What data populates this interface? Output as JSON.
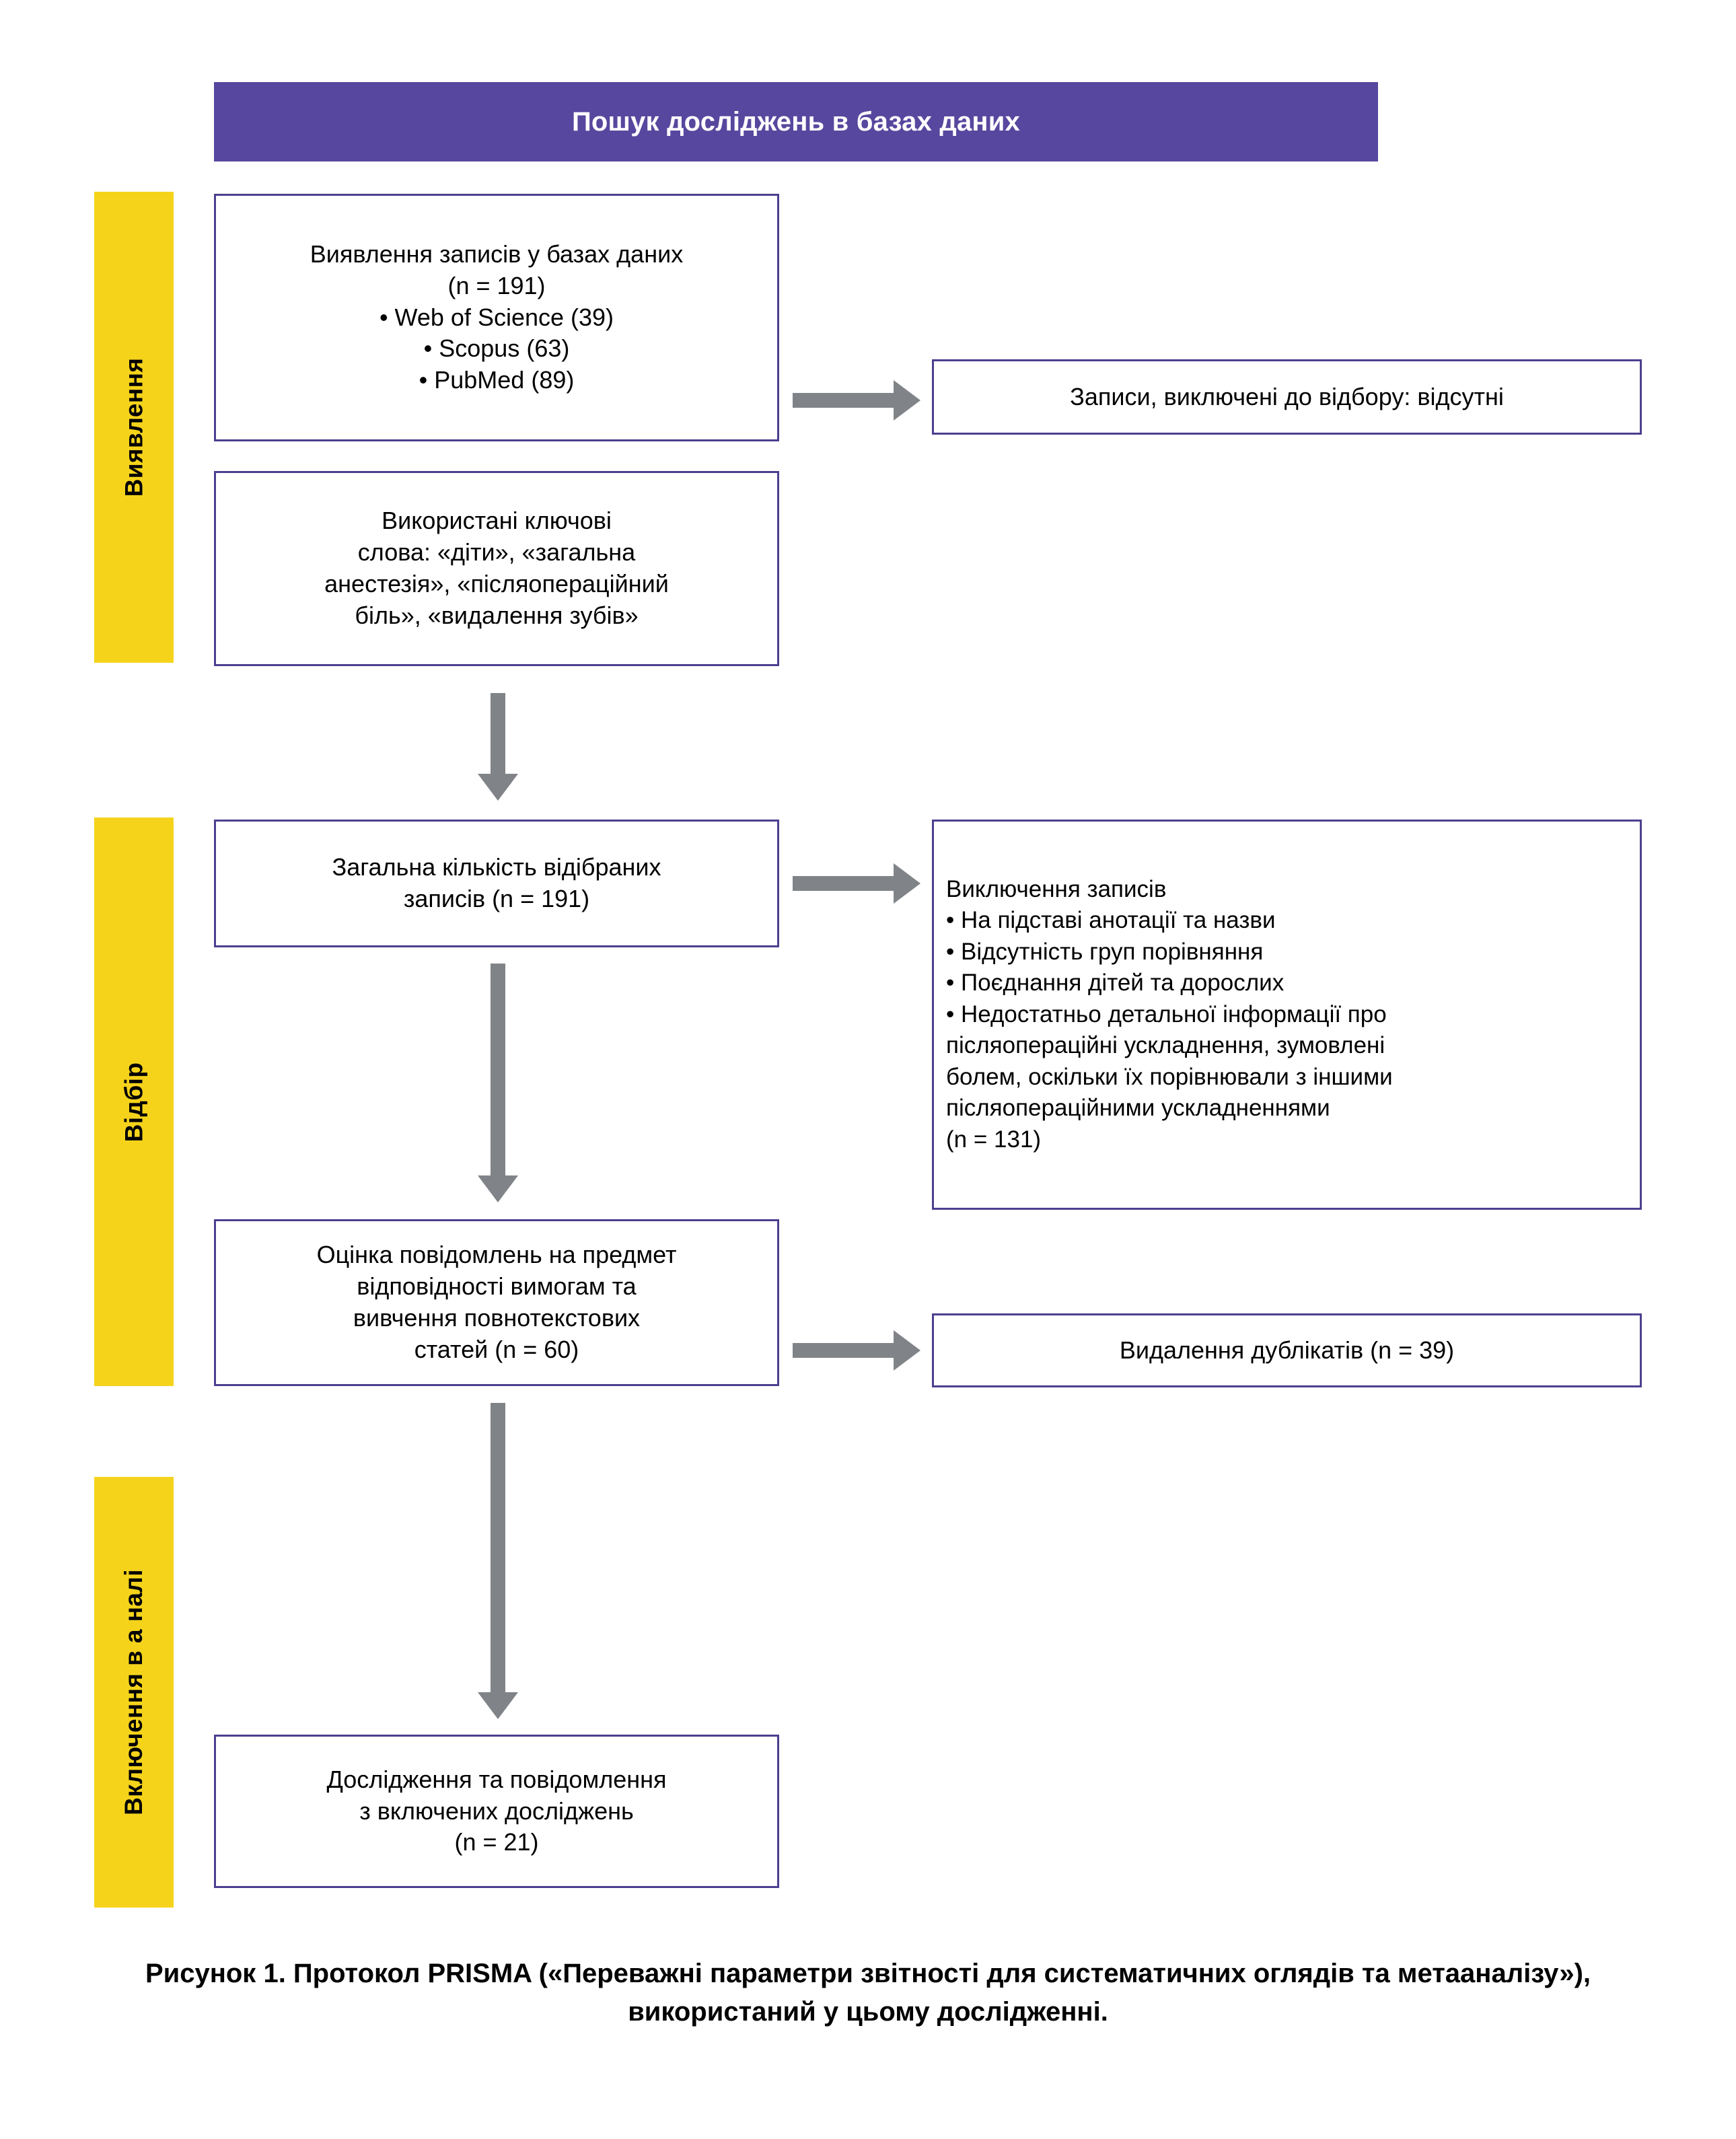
{
  "header": {
    "title": "Пошук досліджень в базах даних"
  },
  "stages": [
    {
      "id": "identification",
      "label": "Виявлення"
    },
    {
      "id": "screening",
      "label": "Відбір"
    },
    {
      "id": "included",
      "label": "Включення в а налі"
    }
  ],
  "boxes": {
    "identified": {
      "lines": [
        "Виявлення записів у базах даних",
        "(n = 191)",
        "• Web of Science (39)",
        "• Scopus (63)",
        "• PubMed (89)"
      ]
    },
    "keywords": {
      "lines": [
        "Використані ключові",
        "слова: «діти», «загальна",
        "анестезія», «післяопераційний",
        "біль», «видалення зубів»"
      ]
    },
    "excluded_none": {
      "lines": [
        "Записи, виключені до відбору: відсутні"
      ]
    },
    "total_screened": {
      "lines": [
        "Загальна кількість відібраних",
        "записів (n = 191)"
      ]
    },
    "exclusion_list": {
      "lines": [
        "Виключення записів",
        "• На підставі анотації та назви",
        "• Відсутність груп порівняння",
        "• Поєднання дітей та дорослих",
        "• Недостатньо детальної інформації про",
        "післяопераційні ускладнення, зумовлені",
        "болем, оскільки їх порівнювали з іншими",
        "післяопераційними ускладненнями",
        "(n = 131)"
      ]
    },
    "assessed": {
      "lines": [
        "Оцінка повідомлень на предмет",
        "відповідності вимогам та",
        "вивчення повнотекстових",
        "статей (n = 60)"
      ]
    },
    "duplicates": {
      "lines": [
        "Видалення дублікатів (n = 39)"
      ]
    },
    "included_studies": {
      "lines": [
        "Дослідження та повідомлення",
        "з включених досліджень",
        "(n = 21)"
      ]
    }
  },
  "caption": {
    "line1": "Рисунок 1. Протокол PRISMA («Переважні параметри звітності для систематичних оглядів та",
    "line2": "метааналізу»), використаний у цьому дослідженні."
  },
  "colors": {
    "header_purple": "#58479E",
    "stage_yellow": "#F5D31B",
    "box_border": "#4C3F8F",
    "arrow_gray": "#808387",
    "background": "#FFFFFF"
  },
  "counts": {
    "identified_total": 191,
    "web_of_science": 39,
    "scopus": 63,
    "pubmed": 89,
    "screened_total": 191,
    "excluded_records": 131,
    "assessed_fulltext": 60,
    "duplicates_removed": 39,
    "included_studies": 21
  }
}
